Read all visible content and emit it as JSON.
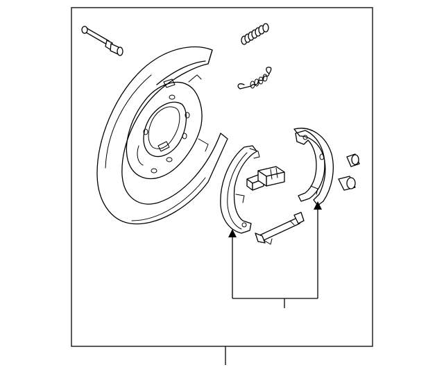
{
  "diagram": {
    "line_color": "#000000",
    "background": "#ffffff",
    "parts": [
      {
        "id": "shoe-bolt",
        "icon": "bolt-icon"
      },
      {
        "id": "hold-down-spring",
        "icon": "coil-spring-icon"
      },
      {
        "id": "return-spring",
        "icon": "spring-hook-icon"
      },
      {
        "id": "backing-plate",
        "icon": "dust-shield-icon"
      },
      {
        "id": "front-brake-shoe",
        "icon": "brake-shoe-icon"
      },
      {
        "id": "rear-brake-shoe",
        "icon": "brake-shoe-icon"
      },
      {
        "id": "adjuster",
        "icon": "adjuster-icon"
      },
      {
        "id": "strut-bar",
        "icon": "strut-bar-icon"
      },
      {
        "id": "pin-caps",
        "icon": "cap-icon"
      }
    ]
  }
}
